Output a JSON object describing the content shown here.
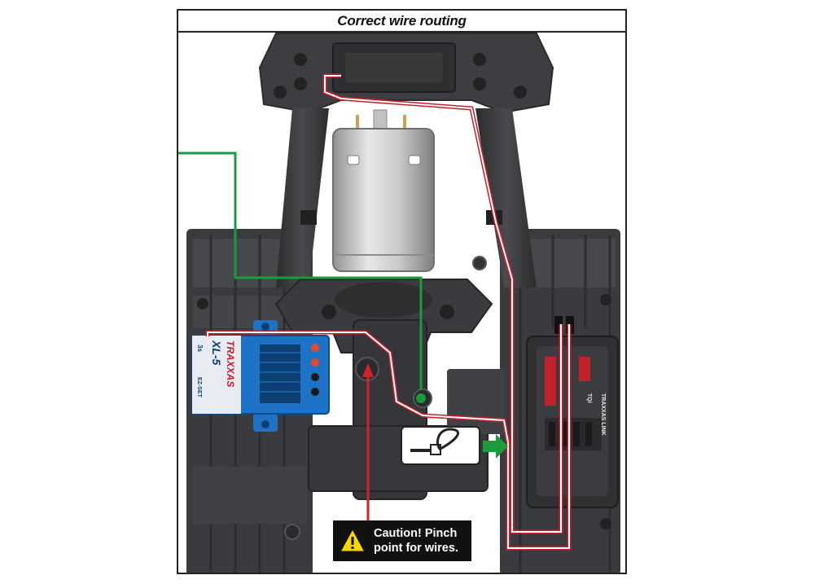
{
  "title": "Correct wire routing",
  "caution": {
    "line1": "Caution! Pinch",
    "line2": "point for wires."
  },
  "esc": {
    "brand": "TRAXXAS",
    "model": "XL-5",
    "set_label": "EZ-SET",
    "mode_label": "3s"
  },
  "receiver": {
    "brand": "TRAXXAS LINK",
    "model": "TQi"
  },
  "colors": {
    "green_callout": "#1a9b3c",
    "red_callout": "#d3202a",
    "esc_blue": "#1f73c7",
    "caution_black": "#111111",
    "caution_yellow": "#f5d800",
    "chassis_dark": "#3e3f42",
    "motor_silver": "#c4c6c8"
  }
}
